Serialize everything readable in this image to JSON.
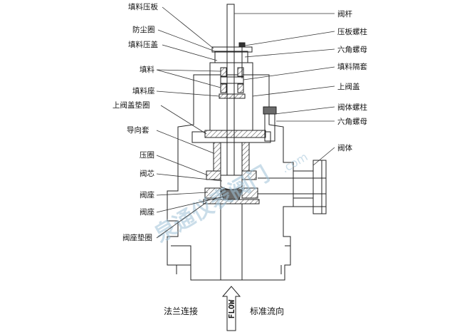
{
  "left_labels": [
    {
      "key": "packing_gland_plate",
      "text": "填料压板"
    },
    {
      "key": "dust_ring",
      "text": "防尘圈"
    },
    {
      "key": "packing_gland",
      "text": "填料压盖"
    },
    {
      "key": "packing",
      "text": "填料"
    },
    {
      "key": "packing_seat",
      "text": "填料座"
    },
    {
      "key": "bonnet_gasket",
      "text": "上阀盖垫圈"
    },
    {
      "key": "guide_sleeve",
      "text": "导向套"
    },
    {
      "key": "clamp_ring",
      "text": "压圈"
    },
    {
      "key": "valve_plug",
      "text": "阀芯"
    },
    {
      "key": "valve_seat_1",
      "text": "阀座"
    },
    {
      "key": "valve_seat_2",
      "text": "阀座"
    },
    {
      "key": "seat_gasket",
      "text": "阀座垫圈"
    }
  ],
  "right_labels": [
    {
      "key": "valve_stem",
      "text": "阀杆"
    },
    {
      "key": "gland_stud",
      "text": "压板螺柱"
    },
    {
      "key": "hex_nut_1",
      "text": "六角螺母"
    },
    {
      "key": "packing_spacer",
      "text": "填料隔套"
    },
    {
      "key": "bonnet",
      "text": "上阀盖"
    },
    {
      "key": "body_stud",
      "text": "阀体螺柱"
    },
    {
      "key": "hex_nut_2",
      "text": "六角螺母"
    },
    {
      "key": "valve_body",
      "text": "阀体"
    }
  ],
  "captions": {
    "flange_connection": "法兰连接",
    "standard_flow_direction": "标准流向",
    "flow": "FLOW"
  },
  "watermark": {
    "main": "泉通仪表阀门",
    "url": ".com"
  }
}
